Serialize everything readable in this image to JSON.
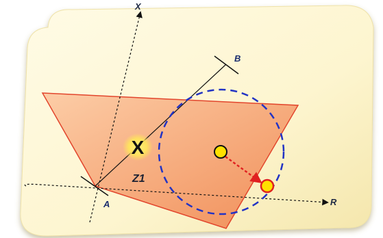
{
  "axes": {
    "x_label": "X",
    "r_label": "R"
  },
  "points": {
    "a_label": "A",
    "b_label": "B"
  },
  "zone": {
    "label": "Z1"
  },
  "colors": {
    "card_background": "#fdf6d4",
    "zone_fill": "#f5a06a",
    "zone_edge": "#e2452c",
    "circle": "#2233c4",
    "arrow": "#e02020",
    "point_fill": "#ffe000",
    "marker_glow": "#ffe96a"
  },
  "marker": {
    "symbol": "X"
  }
}
